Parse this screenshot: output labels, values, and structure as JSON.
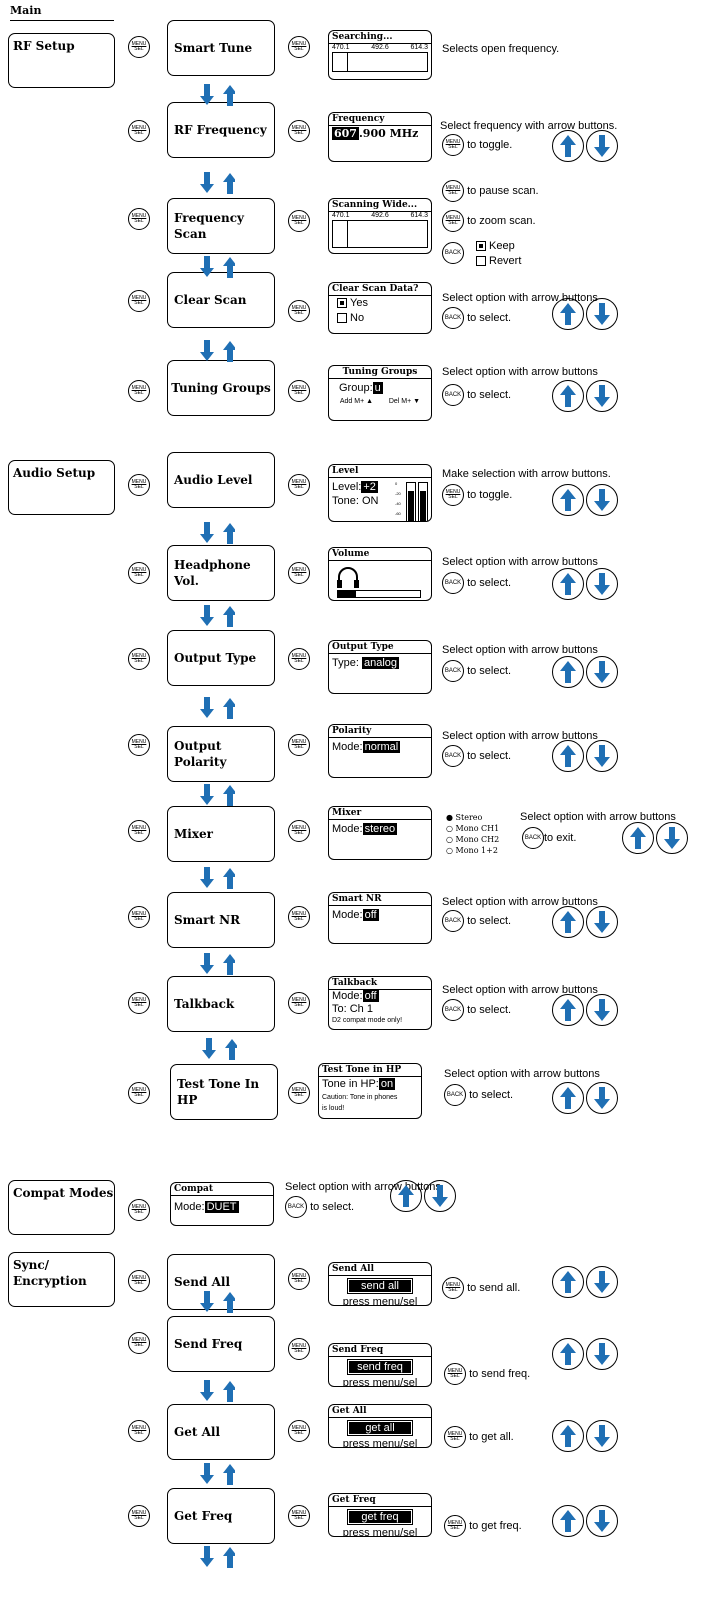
{
  "title": "Main",
  "buttons": {
    "menu_top": "MENU",
    "menu_bottom": "SEL",
    "back": "BACK"
  },
  "sections": {
    "rf": "RF Setup",
    "audio": "Audio Setup",
    "compat": "Compat Modes",
    "sync": "Sync/ Encryption"
  },
  "items": {
    "smart_tune": "Smart Tune",
    "rf_frequency": "RF Frequency",
    "frequency_scan": "Frequency Scan",
    "clear_scan": "Clear Scan",
    "tuning_groups": "Tuning Groups",
    "audio_level": "Audio Level",
    "headphone_vol": "Headphone Vol.",
    "output_type": "Output Type",
    "output_polarity": "Output Polarity",
    "mixer": "Mixer",
    "smart_nr": "Smart NR",
    "talkback": "Talkback",
    "test_tone": "Test Tone In HP",
    "send_all": "Send All",
    "send_freq": "Send Freq",
    "get_all": "Get All",
    "get_freq": "Get Freq"
  },
  "screens": {
    "searching": {
      "header": "Searching...",
      "scale": [
        "470.1",
        "492.6",
        "614.3"
      ]
    },
    "frequency": {
      "header": "Frequency",
      "value_hi": "607",
      "value_lo": ".900 MHz"
    },
    "scanning": {
      "header": "Scanning Wide...",
      "scale": [
        "470.1",
        "492.6",
        "614.3"
      ]
    },
    "clear": {
      "header": "Clear Scan Data?",
      "yes": "Yes",
      "no": "No"
    },
    "tuning": {
      "header": "Tuning Groups",
      "label": "Group:",
      "value": "u",
      "add": "Add M+ ▲",
      "del": "Del M+ ▼"
    },
    "level": {
      "header": "Level",
      "level_label": "Level:",
      "level_value": "+2",
      "tone": "Tone: ON",
      "ticks": [
        "0",
        "-20",
        "-40",
        "-60"
      ]
    },
    "volume": {
      "header": "Volume"
    },
    "output_type": {
      "header": "Output Type",
      "label": "Type:",
      "value": "analog"
    },
    "polarity": {
      "header": "Polarity",
      "label": "Mode:",
      "value": "normal"
    },
    "mixer": {
      "header": "Mixer",
      "label": "Mode:",
      "value": "stereo"
    },
    "smart_nr": {
      "header": "Smart NR",
      "label": "Mode:",
      "value": "off"
    },
    "talkback": {
      "header": "Talkback",
      "label": "Mode:",
      "value": "off",
      "to": "To: Ch 1",
      "note": "D2 compat mode only!"
    },
    "test_tone": {
      "header": "Test Tone in HP",
      "label": "Tone in HP:",
      "value": "on",
      "caution1": "Caution: Tone in phones",
      "caution2": "is loud!"
    },
    "compat": {
      "header": "Compat",
      "label": "Mode:",
      "value": "DUET"
    },
    "send_all": {
      "header": "Send All",
      "action": "send all",
      "prompt": "press menu/sel"
    },
    "send_freq": {
      "header": "Send Freq",
      "action": "send freq",
      "prompt": "press menu/sel"
    },
    "get_all": {
      "header": "Get All",
      "action": "get all",
      "prompt": "press menu/sel"
    },
    "get_freq": {
      "header": "Get Freq",
      "action": "get freq",
      "prompt": "press menu/sel"
    }
  },
  "notes": {
    "open_freq": "Selects open frequency.",
    "select_freq": "Select frequency with arrow buttons.",
    "to_toggle": "to toggle.",
    "pause": "to pause scan.",
    "zoom": "to zoom scan.",
    "keep": "Keep",
    "revert": "Revert",
    "select_opt": "Select option with arrow buttons",
    "to_select": "to select.",
    "make_sel": "Make selection with arrow buttons.",
    "to_exit": "to exit.",
    "send_all": "to send all.",
    "send_freq": "to send freq.",
    "get_all": "to get all.",
    "get_freq": "to get freq."
  },
  "mixer_options": [
    "Stereo",
    "Mono CH1",
    "Mono CH2",
    "Mono 1+2"
  ],
  "colors": {
    "arrow_blue": "#1f6fb4"
  }
}
